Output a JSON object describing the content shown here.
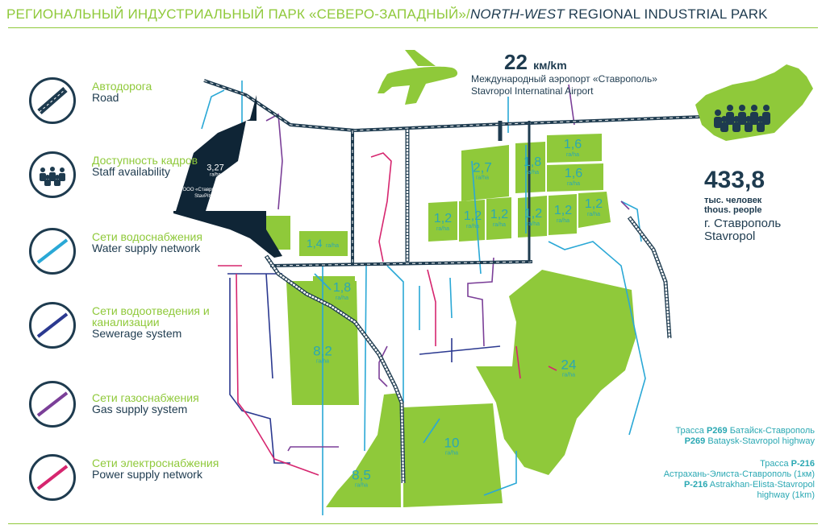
{
  "header": {
    "title_ru": "РЕГИОНАЛЬНЫЙ ИНДУСТРИАЛЬНЫЙ ПАРК «СЕВЕРО-ЗАПАДНЫЙ»/",
    "title_en_italic": "NORTH-WEST",
    "title_en_rest": " REGIONAL INDUSTRIAL PARK"
  },
  "legend": [
    {
      "icon": "road-icon",
      "ru": "Автодорога",
      "en": "Road",
      "line_color": "#1e3b4f"
    },
    {
      "icon": "people-icon",
      "ru": "Доступность кадров",
      "en": "Staff availability",
      "line_color": "#1e3b4f"
    },
    {
      "icon": "water-line-icon",
      "ru": "Сети водоснабжения",
      "en": "Water supply network",
      "line_color": "#2aa8d6"
    },
    {
      "icon": "sewer-line-icon",
      "ru": "Сети водоотведения и канализации",
      "en": "Sewerage system",
      "line_color": "#2b3990"
    },
    {
      "icon": "gas-line-icon",
      "ru": "Сети газоснабжения",
      "en": "Gas supply system",
      "line_color": "#7b3f98"
    },
    {
      "icon": "power-line-icon",
      "ru": "Сети электроснабжения",
      "en": "Power supply network",
      "line_color": "#d6266f"
    }
  ],
  "airport": {
    "distance": "22",
    "unit": "км/km",
    "name_ru": "Международный аэропорт «Ставрополь»",
    "name_en": "Stavropol Internatinal Airport"
  },
  "population": {
    "value": "433,8",
    "unit_ru": "тыс. человек",
    "unit_en": "thous. people",
    "city_ru": "г. Ставрополь",
    "city_en": "Stavropol"
  },
  "occupied_plot": {
    "area": "3,27",
    "unit": "га/ha",
    "company_ru": "ООО «Ставрпищепром-инвест»",
    "company_en": "StavPitsep-invest, Ltd."
  },
  "plots": [
    {
      "id": "plot-1-4",
      "area": "1,4",
      "unit": "га/ha",
      "inline": true
    },
    {
      "id": "plot-2-7",
      "area": "2,7",
      "unit": "га/ha"
    },
    {
      "id": "plot-1-8-north",
      "area": "1,8",
      "unit": "га/ha"
    },
    {
      "id": "plot-1-6-a",
      "area": "1,6",
      "unit": "га/ha"
    },
    {
      "id": "plot-1-6-b",
      "area": "1,6",
      "unit": "га/ha"
    },
    {
      "id": "plot-1-2-a",
      "area": "1,2",
      "unit": "га/ha"
    },
    {
      "id": "plot-1-2-b",
      "area": "1,2",
      "unit": "га/ha"
    },
    {
      "id": "plot-1-2-c",
      "area": "1,2",
      "unit": "га/ha"
    },
    {
      "id": "plot-1-2-d",
      "area": "1,2",
      "unit": "га/ha"
    },
    {
      "id": "plot-1-2-e",
      "area": "1,2",
      "unit": "га/ha"
    },
    {
      "id": "plot-1-2-f",
      "area": "1,2",
      "unit": "га/ha"
    },
    {
      "id": "plot-1-8-south",
      "area": "1,8",
      "unit": "га/ha"
    },
    {
      "id": "plot-8-2",
      "area": "8,2",
      "unit": "га/ha"
    },
    {
      "id": "plot-24",
      "area": "24",
      "unit": "га/ha"
    },
    {
      "id": "plot-10",
      "area": "10",
      "unit": "га/ha"
    },
    {
      "id": "plot-8-5",
      "area": "8,5",
      "unit": "га/ha"
    }
  ],
  "highways": [
    {
      "ru_prefix": "Трасса ",
      "ru_code": "Р269",
      "ru_rest": " Батайск-Ставрополь",
      "en_code": "P269",
      "en_rest": " Bataysk-Stavropol highway"
    },
    {
      "ru_prefix": "Трасса ",
      "ru_code": "Р-216",
      "ru_line2": "Астрахань-Элиста-Ставрополь (1км)",
      "en_code": "P-216",
      "en_rest": " Astrakhan-Elista-Stavropol",
      "en_line2": "highway (1km)"
    }
  ],
  "colors": {
    "plot_green": "#8fc93a",
    "road_dark": "#1e3b4f",
    "label_teal": "#2aa8b3",
    "water": "#2aa8d6",
    "sewer": "#2b3990",
    "gas": "#7b3f98",
    "power": "#d6266f"
  }
}
